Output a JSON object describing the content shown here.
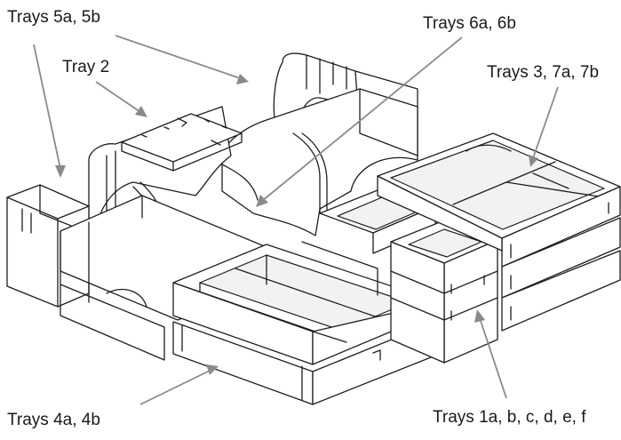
{
  "labels": {
    "trays_5": "Trays 5a, 5b",
    "tray_2": "Tray 2",
    "trays_6": "Trays 6a, 6b",
    "trays_3_7": "Trays 3, 7a, 7b",
    "trays_4": "Trays 4a, 4b",
    "trays_1": "Trays 1a, b, c, d, e, f"
  },
  "colors": {
    "line": "#1e1e1e",
    "arrow": "#8a8a8a",
    "background": "#ffffff"
  }
}
